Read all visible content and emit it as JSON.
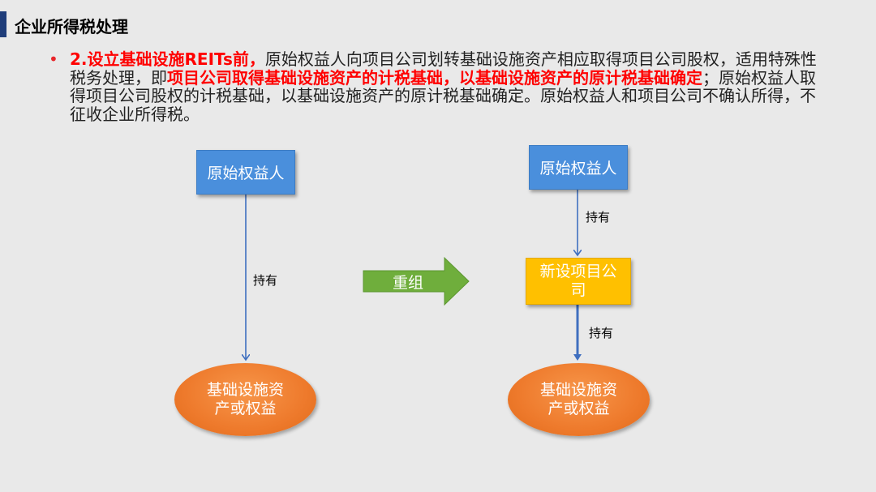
{
  "header": {
    "title": "企业所得税处理"
  },
  "paragraph": {
    "lead": "2.设立基础设施REITs前，",
    "part1": "原始权益人向项目公司划转基础设施资产相应取得项目公司股权，适用特殊性税务处理，即",
    "highlight": "项目公司取得基础设施资产的计税基础，以基础设施资产的原计税基础确定",
    "part2": "；原始权益人取得项目公司股权的计税基础，以基础设施资产的原计税基础确定。原始权益人和项目公司不确认所得，不征收企业所得税。"
  },
  "left_diagram": {
    "top_box": "原始权益人",
    "edge_label": "持有",
    "bottom_ellipse_line1": "基础设施资",
    "bottom_ellipse_line2": "产或权益"
  },
  "transition": {
    "label": "重组"
  },
  "right_diagram": {
    "top_box": "原始权益人",
    "edge_label_1": "持有",
    "middle_box_line1": "新设项目公",
    "middle_box_line2": "司",
    "edge_label_2": "持有",
    "bottom_ellipse_line1": "基础设施资",
    "bottom_ellipse_line2": "产或权益"
  },
  "colors": {
    "title_bar": "#1f3d7a",
    "box_blue": "#4a8fdc",
    "box_yellow": "#ffc000",
    "ellipse_orange": "#ee7a2c",
    "arrow_green": "#6fae3c",
    "highlight_red": "#ff0000"
  }
}
